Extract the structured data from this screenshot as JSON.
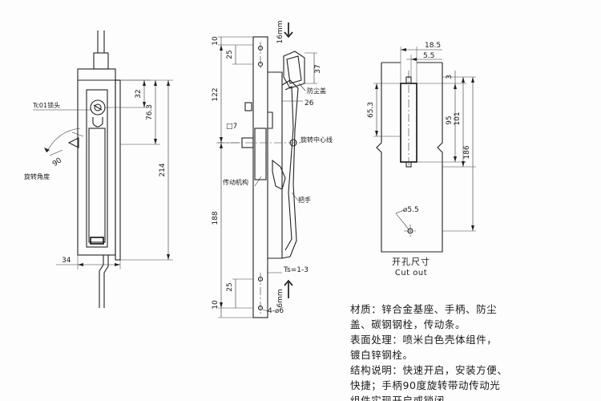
{
  "left_view": {
    "labels": {
      "lock_head": "Tc01锁头",
      "rotation_angle": "旋转角度",
      "angle_value": "90"
    },
    "dims": {
      "d32": "32",
      "d76_3": "76.3",
      "d214": "214",
      "d34": "34"
    }
  },
  "middle_view": {
    "labels": {
      "dust_cover": "防尘盖",
      "rotation_center": "旋转中心线",
      "drive_mechanism": "传动机构",
      "handle": "把手"
    },
    "dims": {
      "d10_top": "10",
      "d25_top": "25",
      "d122": "122",
      "d16mm": "16mm",
      "d37": "37",
      "d26": "26",
      "sq7": "□7",
      "d188": "188",
      "ts": "Ts=1-3",
      "d25_bot": "25",
      "d10_bot": "10",
      "d6mm": "6mm",
      "holes": "4-⌀6"
    }
  },
  "right_view": {
    "dims": {
      "d18_5": "18.5",
      "d5_5_top": "5.5",
      "d3": "3",
      "d65_3": "65.3",
      "d95": "95",
      "d101": "101",
      "d186": "186",
      "hole": "⌀5.5"
    },
    "caption_cn": "开孔尺寸",
    "caption_en": "Cut out"
  },
  "notes": [
    "材质：锌合金基座、手柄、防尘",
    "盖、碳钢钢栓，传动条。",
    "表面处理：喷米白色壳体组件，",
    "镀白锌钢栓。",
    "结构说明：快速开启，安装方便、",
    "快捷；手柄90度旋转带动传动光",
    "组件实现开启或锁闭。"
  ]
}
